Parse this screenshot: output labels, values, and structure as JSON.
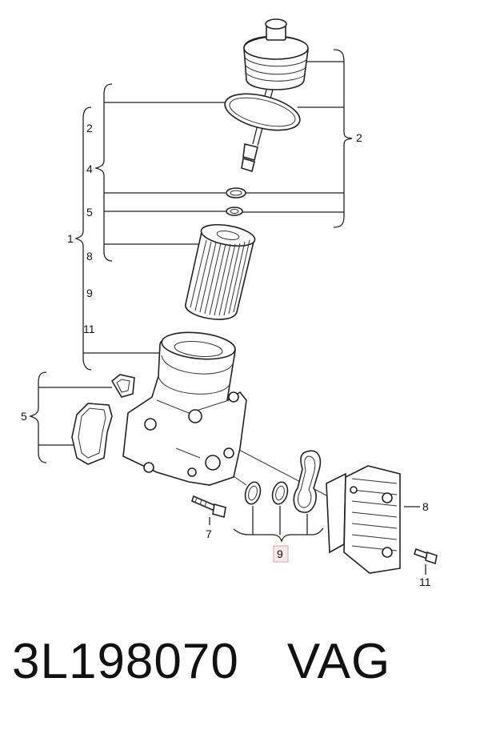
{
  "callouts": {
    "left_top_2": "2",
    "left_top_4": "4",
    "left_top_5": "5",
    "left_1": "1",
    "left_top_8": "8",
    "left_top_9": "9",
    "left_top_11": "11",
    "right_2": "2",
    "left_5": "5",
    "bolt_7": "7",
    "seals_9": "9",
    "cooler_8": "8",
    "screw_11": "11"
  },
  "caption": {
    "part_number": "3L198070",
    "brand": "VAG"
  },
  "colors": {
    "highlight_box": "#e8a0a8",
    "highlight_fill": "#fbe9ec"
  }
}
